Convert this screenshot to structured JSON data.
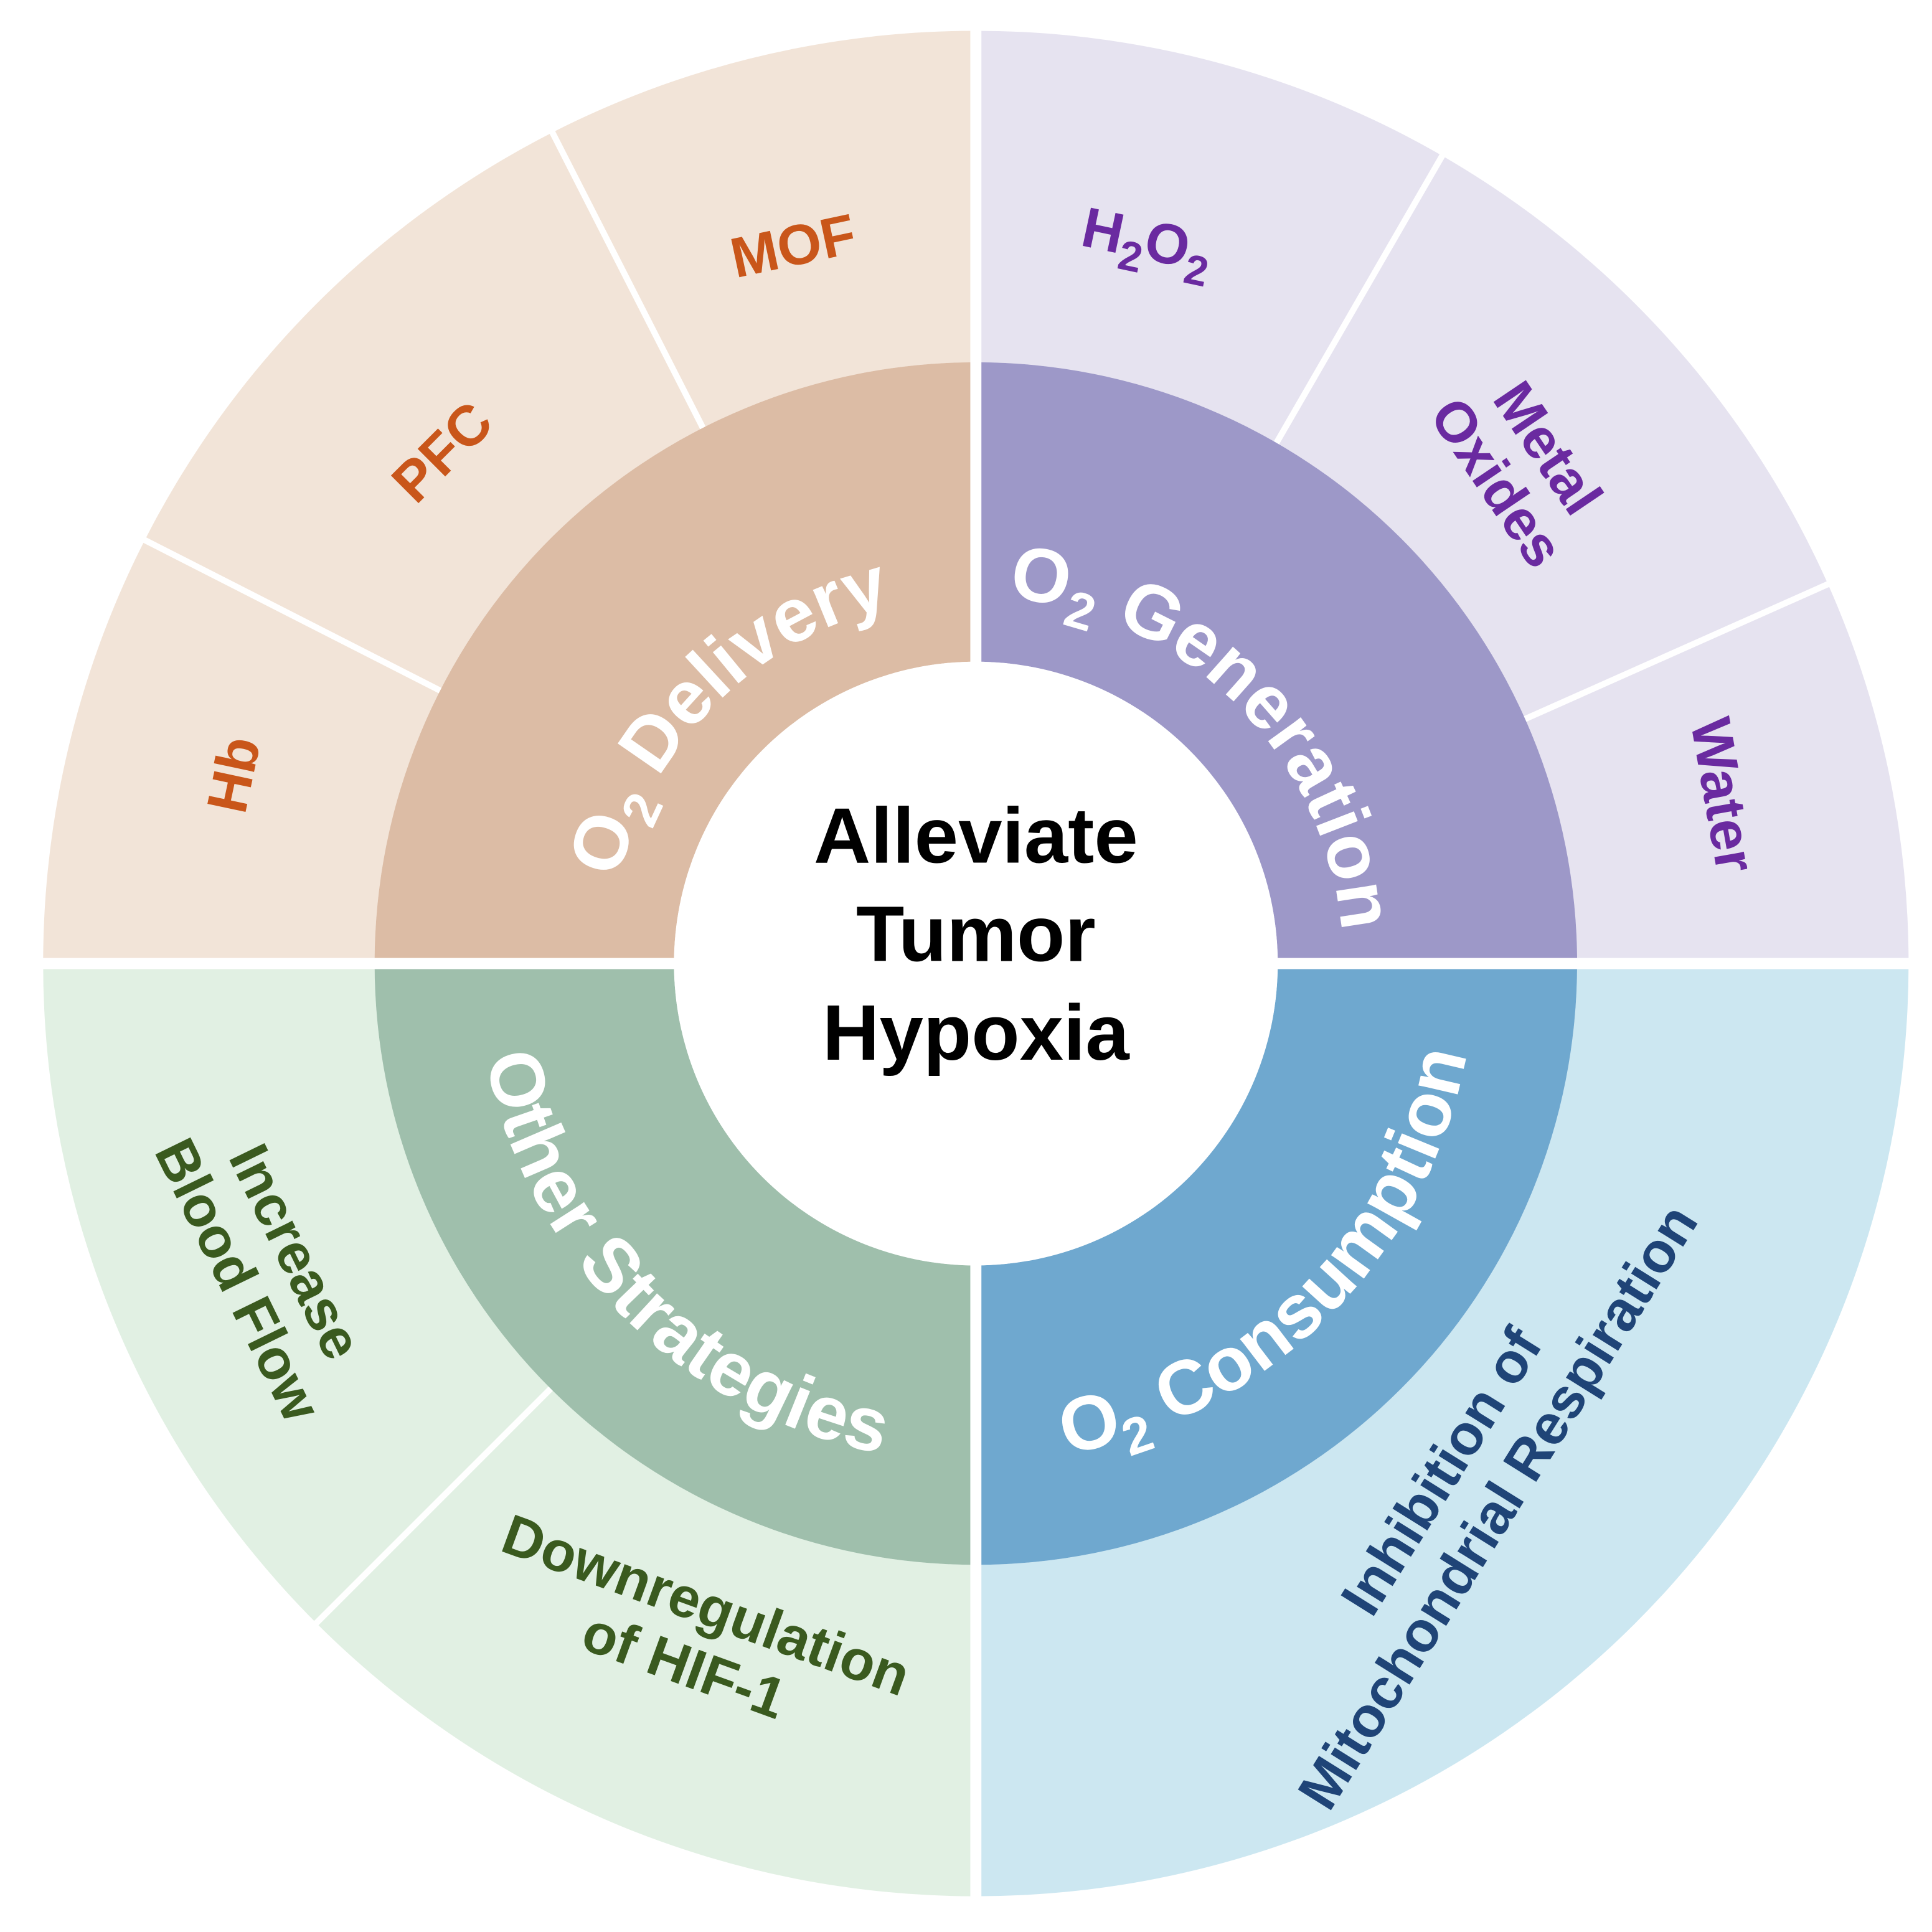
{
  "center": {
    "lines": [
      "Alleviate",
      "Tumor",
      "Hypoxia"
    ]
  },
  "colors": {
    "delivery_outer": "#f2e4d8",
    "delivery_inner": "#dcbca5",
    "delivery_text": "#c9561a",
    "generation_outer": "#e6e3f0",
    "generation_inner": "#9d98c8",
    "generation_text": "#6a2aa0",
    "consumption_outer": "#cce7f1",
    "consumption_inner": "#6fa8cf",
    "consumption_text": "#1f4477",
    "other_outer": "#e1f0e3",
    "other_inner": "#9fbfac",
    "other_text": "#3a5a1f"
  },
  "categories": {
    "delivery": {
      "prefix": "O",
      "sub": "2",
      "rest": " Delivery",
      "items": [
        "Hb",
        "PFC",
        "MOF"
      ]
    },
    "generation": {
      "prefix": "O",
      "sub": "2",
      "rest": " Generation",
      "items": {
        "h2o2": {
          "a": "H",
          "s1": "2",
          "b": "O",
          "s2": "2"
        },
        "metal_oxides": [
          "Metal",
          "Oxides"
        ],
        "water": "Water"
      }
    },
    "consumption": {
      "prefix": "O",
      "sub": "2",
      "rest": " Consumption",
      "items": [
        "Inhibition of",
        "Mitochondrial Respiration"
      ]
    },
    "other": {
      "label": "Other Strategies",
      "items": {
        "blood_flow": [
          "Increase",
          "Blood Flow"
        ],
        "hif": [
          "Downregulation",
          "of HIF-1"
        ]
      }
    }
  }
}
